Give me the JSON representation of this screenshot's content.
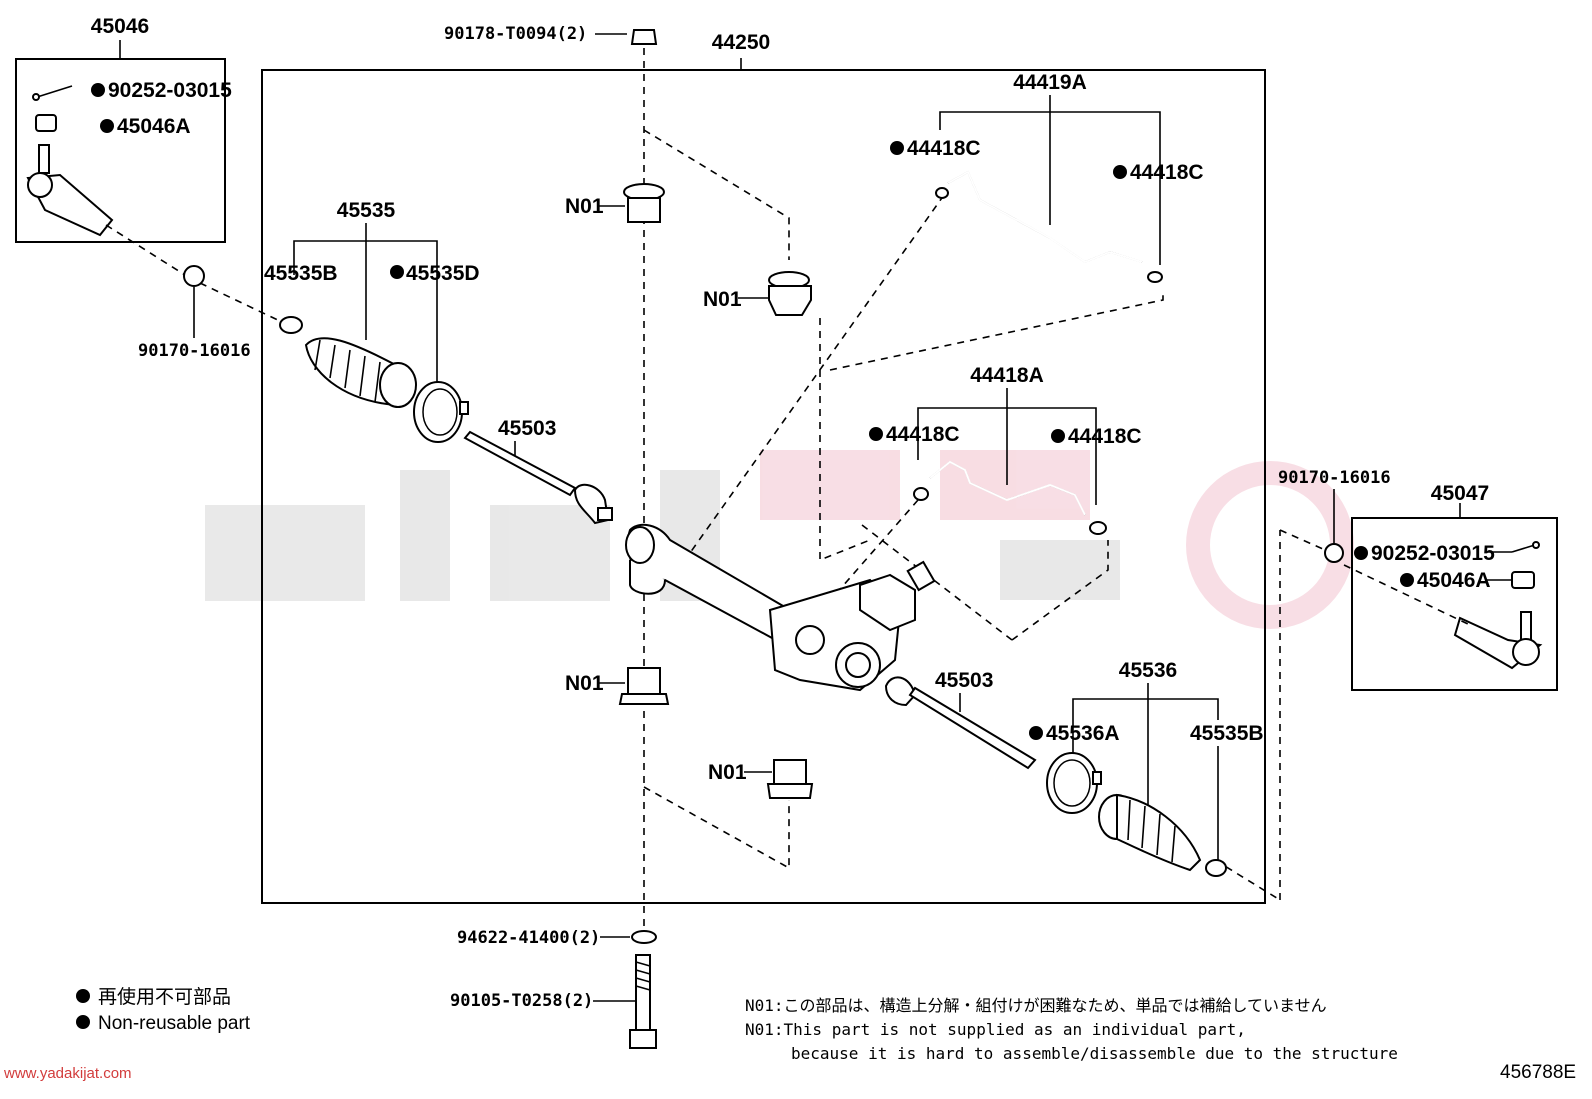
{
  "assembly": {
    "number": "44250"
  },
  "left_tie_end_box": {
    "number": "45046",
    "cotter_pin": "90252-03015",
    "nut": "45046A"
  },
  "right_tie_end_box": {
    "number": "45047",
    "cotter_pin": "90252-03015",
    "nut": "45046A"
  },
  "labels": {
    "top_bolt": "90178-T0094(2)",
    "nut_left": "90170-16016",
    "nut_right": "90170-16016",
    "boot_left": "45535",
    "clamp_left": "45535B",
    "clip_left": "45535D",
    "rod_left": "45503",
    "rod_right": "45503",
    "boot_right": "45536",
    "clip_right": "45536A",
    "clamp_right": "45535B",
    "tube_upper": "44419A",
    "tube_lower": "44418A",
    "oring_ul": "44418C",
    "oring_ur": "44418C",
    "oring_ll": "44418C",
    "oring_lr": "44418C",
    "grommet_1": "N01",
    "grommet_2": "N01",
    "grommet_3": "N01",
    "grommet_4": "N01",
    "washer": "94622-41400(2)",
    "bolt": "90105-T0258(2)"
  },
  "legend": {
    "jp": "再使用不可部品",
    "en": "Non-reusable part"
  },
  "notes": {
    "line1": "N01:この部品は、構造上分解・組付けが困難なため、単品では補給していません",
    "line2": "N01:This part is not supplied as an individual part,",
    "line3": "because it is hard to assemble/disassemble due to the structure"
  },
  "footer": {
    "website": "www.yadakijat.com",
    "diagram_id": "456788E"
  }
}
